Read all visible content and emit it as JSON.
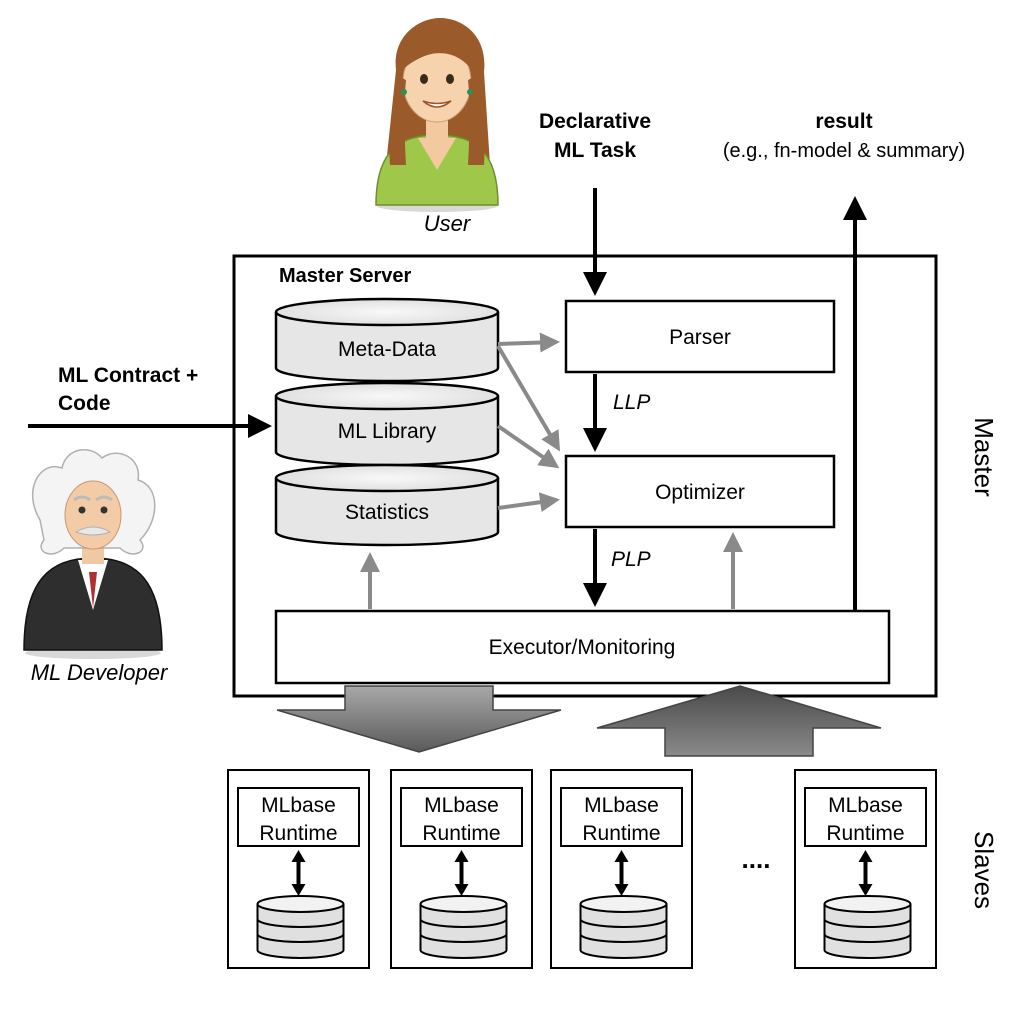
{
  "user": {
    "label": "User"
  },
  "developer": {
    "label": "ML Developer"
  },
  "task_input": {
    "line1": "Declarative",
    "line2": "ML Task"
  },
  "result_output": {
    "line1": "result",
    "line2": "(e.g., fn-model & summary)"
  },
  "contract_input": {
    "line1": "ML Contract +",
    "line2": "Code"
  },
  "master_server": {
    "title": "Master Server",
    "side_label": "Master",
    "stores": [
      "Meta-Data",
      "ML Library",
      "Statistics"
    ],
    "parser": "Parser",
    "optimizer": "Optimizer",
    "executor": "Executor/Monitoring",
    "llp": "LLP",
    "plp": "PLP"
  },
  "slaves": {
    "side_label": "Slaves",
    "ellipsis": "....",
    "nodes": [
      {
        "line1": "MLbase",
        "line2": "Runtime"
      },
      {
        "line1": "MLbase",
        "line2": "Runtime"
      },
      {
        "line1": "MLbase",
        "line2": "Runtime"
      },
      {
        "line1": "MLbase",
        "line2": "Runtime"
      }
    ]
  },
  "colors": {
    "gray_arrow": "#8a8a8a",
    "cylinder_fill": "#e6e6e6",
    "user_shirt": "#9fc84a",
    "user_hair": "#9a5a2a",
    "dev_suit": "#2e2e2e"
  }
}
